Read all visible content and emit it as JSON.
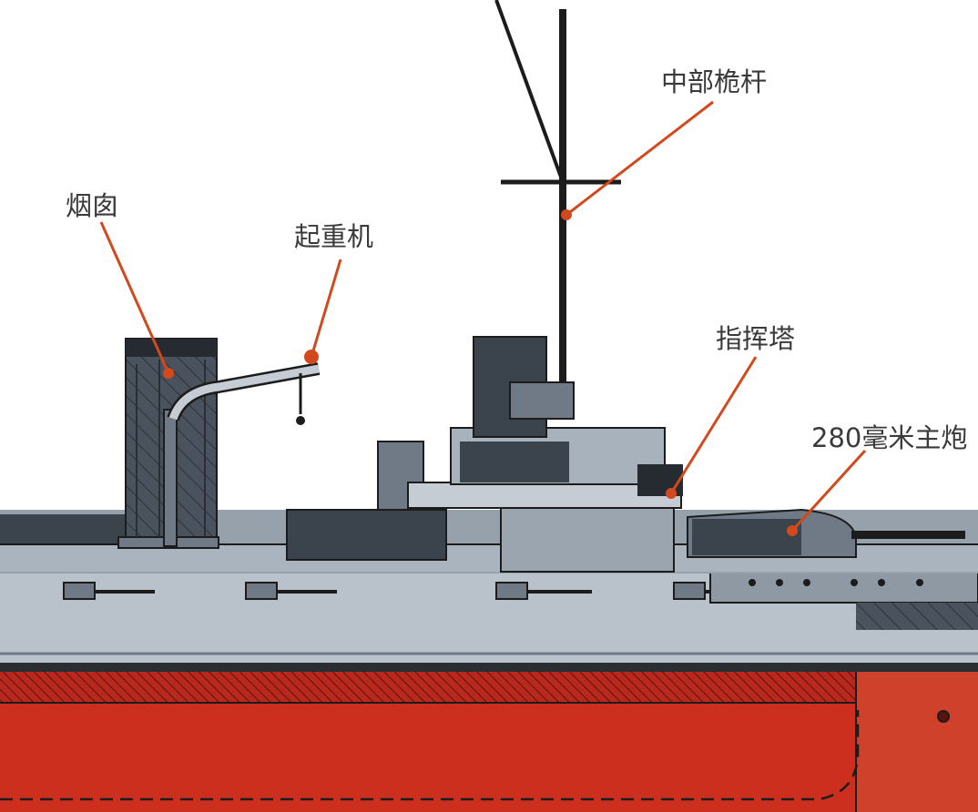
{
  "colors": {
    "hull_red": "#cc2f1e",
    "hull_red_dark": "#a8221a",
    "deck_grey": "#b9c2cb",
    "superstructure_dark": "#3b434c",
    "leader_orange": "#d2491d",
    "label_text": "#3a3a3a"
  },
  "labels": {
    "funnel": "烟囱",
    "crane": "起重机",
    "mainmast": "中部桅杆",
    "conning_tower": "指挥塔",
    "main_gun": "280毫米主炮"
  }
}
